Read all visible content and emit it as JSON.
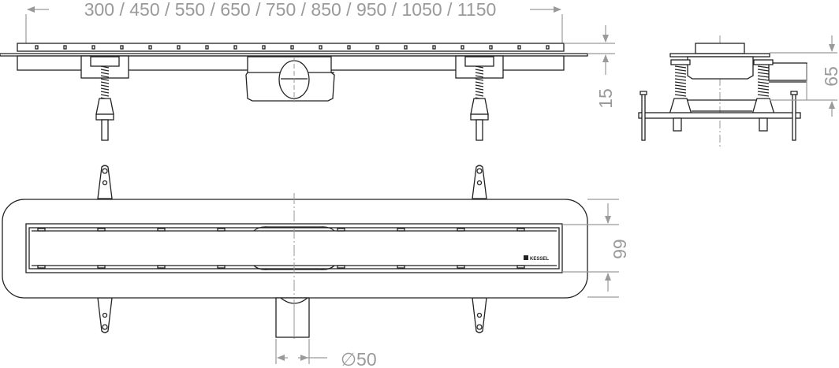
{
  "dimensions": {
    "lengths": "300 / 450 / 550 / 650 / 750 / 850 / 950 / 1050 / 1150",
    "grate_height": "15",
    "body_height": "65",
    "channel_width": "66",
    "outlet_diameter": "∅50"
  },
  "brand_label": "KESSEL",
  "colors": {
    "line": "#222222",
    "dimension": "#9a9a9a"
  }
}
